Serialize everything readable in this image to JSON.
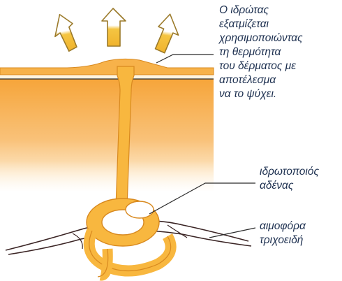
{
  "labels": {
    "sweat_text": "Ο ιδρώτας\nεξατμίζεται\nχρησιμοποιώντας\nτη θερμότητα\nτου δέρματος με\nαποτέλεσμα\nνα το ψύχει.",
    "gland_text": "ιδρωτοποιός\nαδένας",
    "capillary_text": "αιμοφόρα\nτριχοειδή"
  },
  "colors": {
    "skin_top": "#f6a53a",
    "skin_bottom": "#fde8c3",
    "epidermis": "#f7b24a",
    "gland": "#f8b73f",
    "gland_edge": "#d8891f",
    "arrow_fill": "#f5c542",
    "label_text": "#1c2f4f",
    "vessel": "#3a2424"
  },
  "icons": [
    "evaporation-arrow-icon"
  ]
}
